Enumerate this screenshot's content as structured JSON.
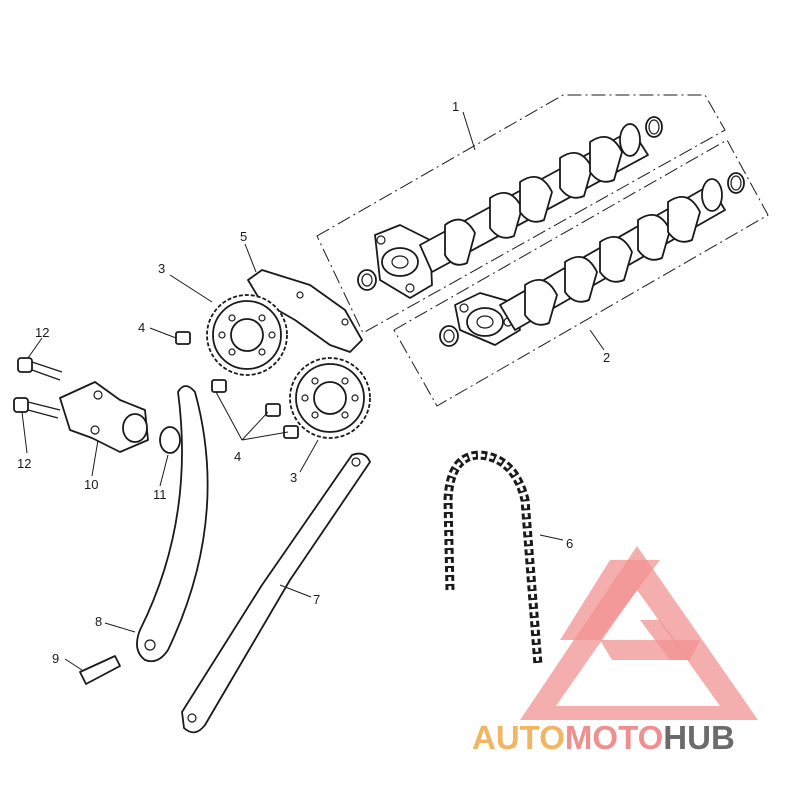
{
  "callouts": [
    {
      "id": "c1",
      "text": "1"
    },
    {
      "id": "c2",
      "text": "2"
    },
    {
      "id": "c3a",
      "text": "3"
    },
    {
      "id": "c3b",
      "text": "3"
    },
    {
      "id": "c4a",
      "text": "4"
    },
    {
      "id": "c4b",
      "text": "4"
    },
    {
      "id": "c5",
      "text": "5"
    },
    {
      "id": "c6",
      "text": "6"
    },
    {
      "id": "c7",
      "text": "7"
    },
    {
      "id": "c8",
      "text": "8"
    },
    {
      "id": "c9",
      "text": "9"
    },
    {
      "id": "c10",
      "text": "10"
    },
    {
      "id": "c11",
      "text": "11"
    },
    {
      "id": "c12a",
      "text": "12"
    },
    {
      "id": "c12b",
      "text": "12"
    }
  ],
  "watermark": {
    "part1": "AUTO",
    "part2": "MOTO",
    "part3": "HUB",
    "color1": "#f2b562",
    "color2": "#ef8f8f",
    "color3": "#6b6b6b",
    "logo_color": "#f08080"
  }
}
